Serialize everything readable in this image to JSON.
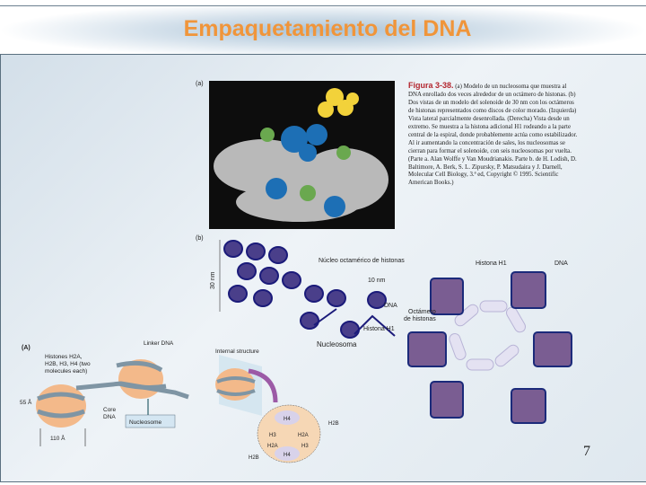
{
  "slide": {
    "title": "Empaquetamiento del DNA",
    "page_number": "7",
    "title_color": "#f0953a"
  },
  "figure_top": {
    "label_a": "(a)",
    "label_b": "(b)",
    "caption_heading": "Figura 3-38.",
    "caption_text": "(a) Modelo de un nucleosoma que muestra al DNA enrollado dos veces alrededor de un octámero de histonas. (b) Dos vistas de un modelo del solenoide de 30 nm con los octámeros de histonas representados como discos de color morado. (Izquierda) Vista lateral parcialmente desenrollada. (Derecha) Vista desde un extremo. Se muestra a la histona adicional H1 rodeando a la parte central de la espiral, donde probablemente actúa como estabilizador. Al ir aumentando la concentración de sales, los nucleosomas se cierran para formar el solenoide, con seis nucleosomas por vuelta. (Parte a. Alan Wolffe y Van Moudrianakis. Parte b. de H. Lodish, D. Baltimore, A. Berk, S. L. Zipursky, P. Matsudaira y J. Darnell, Molecular Cell Biology, 3.ª ed, Copyright © 1995. Scientific American Books.)",
    "solenoid_labels": {
      "height": "30 nm",
      "core": "Núcleo octamérico de histonas",
      "width": "10 nm",
      "dna": "DNA",
      "h1": "Histona H1",
      "nucleosome": "Nucleosoma"
    },
    "end_view_labels": {
      "h1": "Histona H1",
      "dna": "DNA",
      "octamer_line1": "Octámero",
      "octamer_line2": "de histonas"
    }
  },
  "figure_bottom": {
    "label": "(A)",
    "histones_line1": "Histones H2A,",
    "histones_line2": "H2B, H3, H4 (two",
    "histones_line3": "molecules each)",
    "linker": "Linker DNA",
    "core_line1": "Core",
    "core_line2": "DNA",
    "nucleosome": "Nucleosome",
    "dim_height": "55 Å",
    "dim_width": "110 Å",
    "internal": "Internal structure",
    "h_labels": {
      "h4_top": "H4",
      "h3_left": "H3",
      "h2a_right": "H2A",
      "h2a_left": "H2A",
      "h3_right": "H3",
      "h4_bottom": "H4",
      "h2b_right": "H2B",
      "h2b_left": "H2B"
    }
  }
}
